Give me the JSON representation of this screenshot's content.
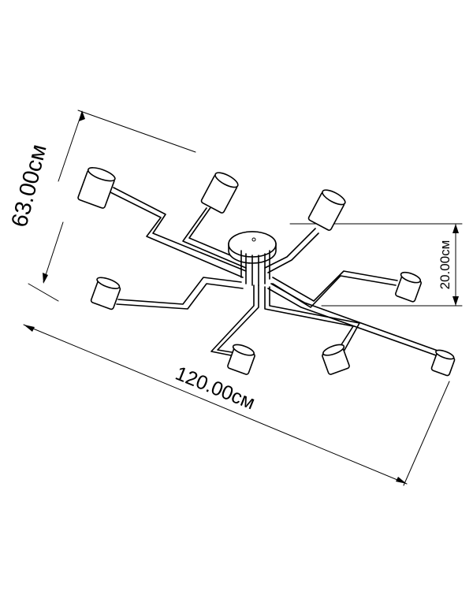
{
  "dimensions": {
    "height": "63.00см",
    "width": "120.00см",
    "drop": "20.00см"
  },
  "colors": {
    "ink": "#000000",
    "background": "#ffffff"
  }
}
